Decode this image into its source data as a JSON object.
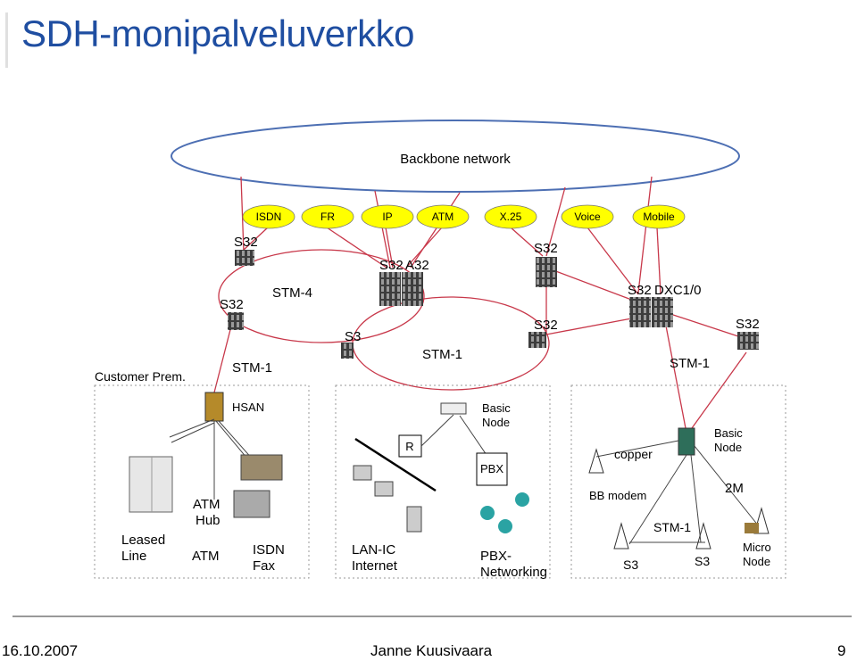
{
  "title": "SDH-monipalveluverkko",
  "backbone_label": "Backbone network",
  "services": [
    "ISDN",
    "FR",
    "IP",
    "ATM",
    "X.25",
    "Voice",
    "Mobile"
  ],
  "node_labels": {
    "s32_top_left": "S32",
    "s32_left": "S32",
    "stm4": "STM-4",
    "s32_mid": "S32",
    "a32": "A32",
    "s32_top_right": "S32",
    "s32_dxc": "S32",
    "dxc": "DXC1/0",
    "s32_far_right": "S32",
    "s3_mid": "S3",
    "stm1_center": "STM-1",
    "s32_right_ring": "S32",
    "stm1_left": "STM-1",
    "stm1_right": "STM-1",
    "customer_prem": "Customer Prem."
  },
  "customer_labels": {
    "hsan": "HSAN",
    "atm_hub": [
      "ATM",
      "Hub"
    ],
    "atm": "ATM",
    "leased_line": [
      "Leased",
      "Line"
    ],
    "isdn_fax": [
      "ISDN",
      "Fax"
    ],
    "router": "R",
    "lanic": [
      "LAN-IC",
      "Internet"
    ],
    "basic_node_1": [
      "Basic",
      "Node"
    ],
    "pbx": "PBX",
    "pbx_networking": [
      "PBX-",
      "Networking"
    ],
    "copper": "copper",
    "basic_node_2": [
      "Basic",
      "Node"
    ],
    "bb_modem": "BB modem",
    "two_m": "2M",
    "stm1_access": "STM-1",
    "s3_left": "S3",
    "s3_right": "S3",
    "micro_node": [
      "Micro",
      "Node"
    ]
  },
  "footer": {
    "date": "16.10.2007",
    "author": "Janne Kuusivaara",
    "page": "9"
  },
  "colors": {
    "title": "#1f4ea1",
    "service_fill": "#ffff00",
    "ring": "#cc3344",
    "ellipse": "#4d6fb3"
  }
}
